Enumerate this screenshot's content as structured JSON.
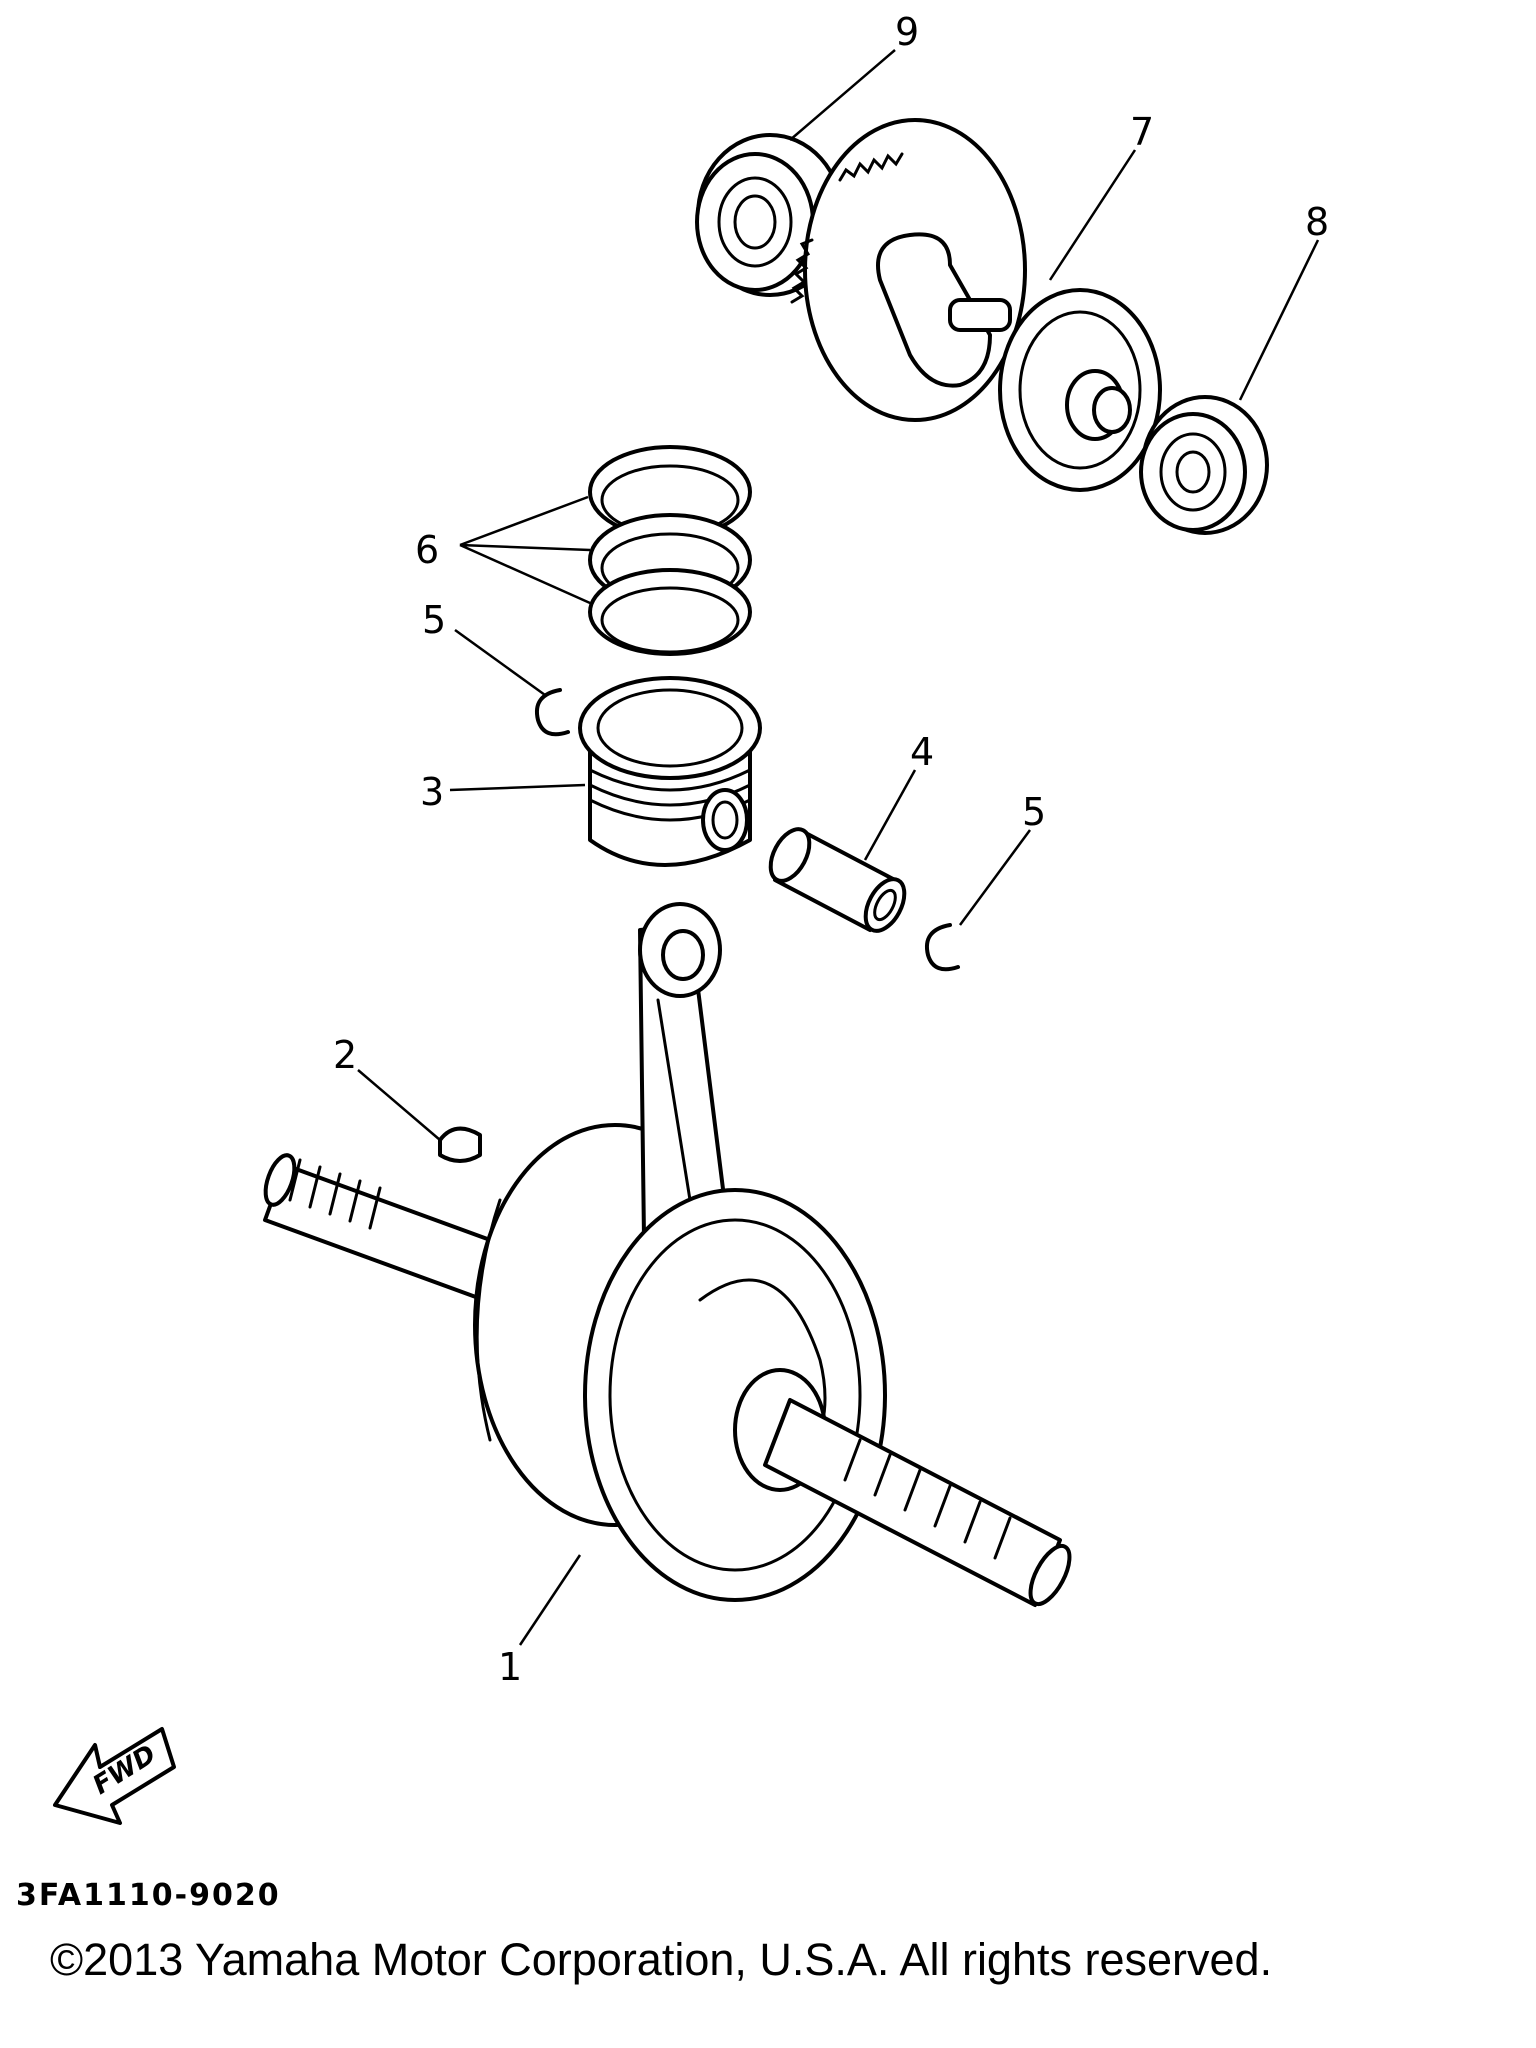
{
  "diagram": {
    "callouts": [
      "9",
      "7",
      "8",
      "6",
      "5",
      "3",
      "4",
      "5",
      "2",
      "1"
    ],
    "fwd_label": "FWD",
    "part_code": "3FA1110-9020",
    "copyright": "©2013 Yamaha Motor Corporation, U.S.A. All rights reserved."
  }
}
